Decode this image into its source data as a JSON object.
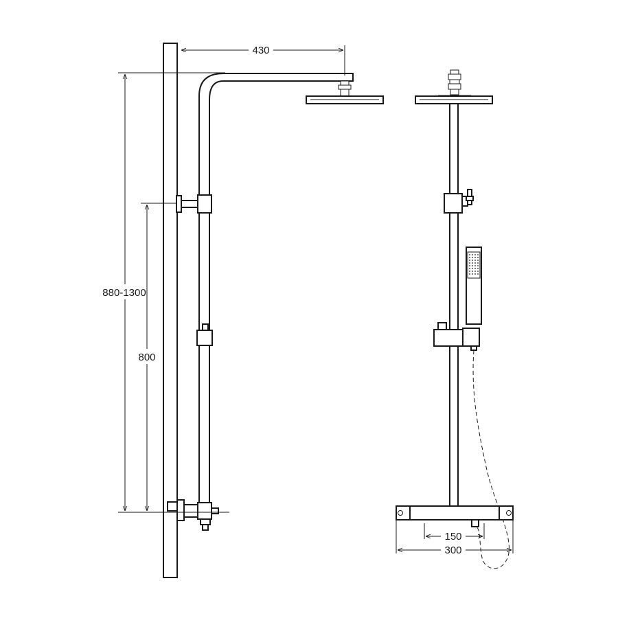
{
  "dimensions": {
    "arm_reach": "430",
    "total_height": "880-1300",
    "bracket_height": "800",
    "inlet_centers": "150",
    "valve_width": "300"
  }
}
